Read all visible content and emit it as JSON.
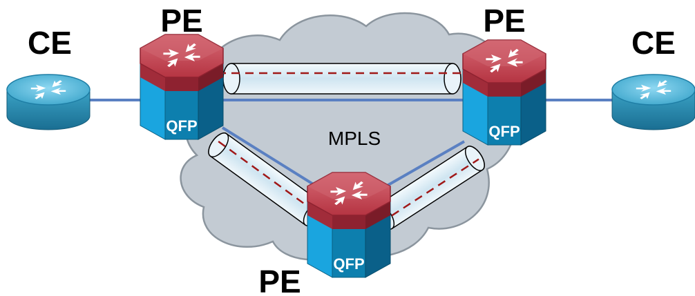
{
  "diagram": {
    "cloud_label": "MPLS",
    "ce_left_label": "CE",
    "ce_right_label": "CE",
    "pe_left_label": "PE",
    "pe_right_label": "PE",
    "pe_bottom_label": "PE",
    "qfp_left_label": "QFP",
    "qfp_right_label": "QFP",
    "qfp_bottom_label": "QFP"
  },
  "colors": {
    "cloud_fill": "#c3cbd3",
    "cloud_stroke": "#8b959e",
    "router_body": "#2a8fb3",
    "router_top": "#6fc9e8",
    "pe_top": "#c1404e",
    "pe_side_light": "#1aa5df",
    "pe_side_dark": "#0a6f98",
    "tunnel_fill": "#dcecf5",
    "tunnel_dash": "#a01818",
    "link": "#5a80c2"
  },
  "icons": [
    "router-arrows-icon",
    "qfp-chip-icon",
    "cloud-icon",
    "tunnel-icon"
  ]
}
